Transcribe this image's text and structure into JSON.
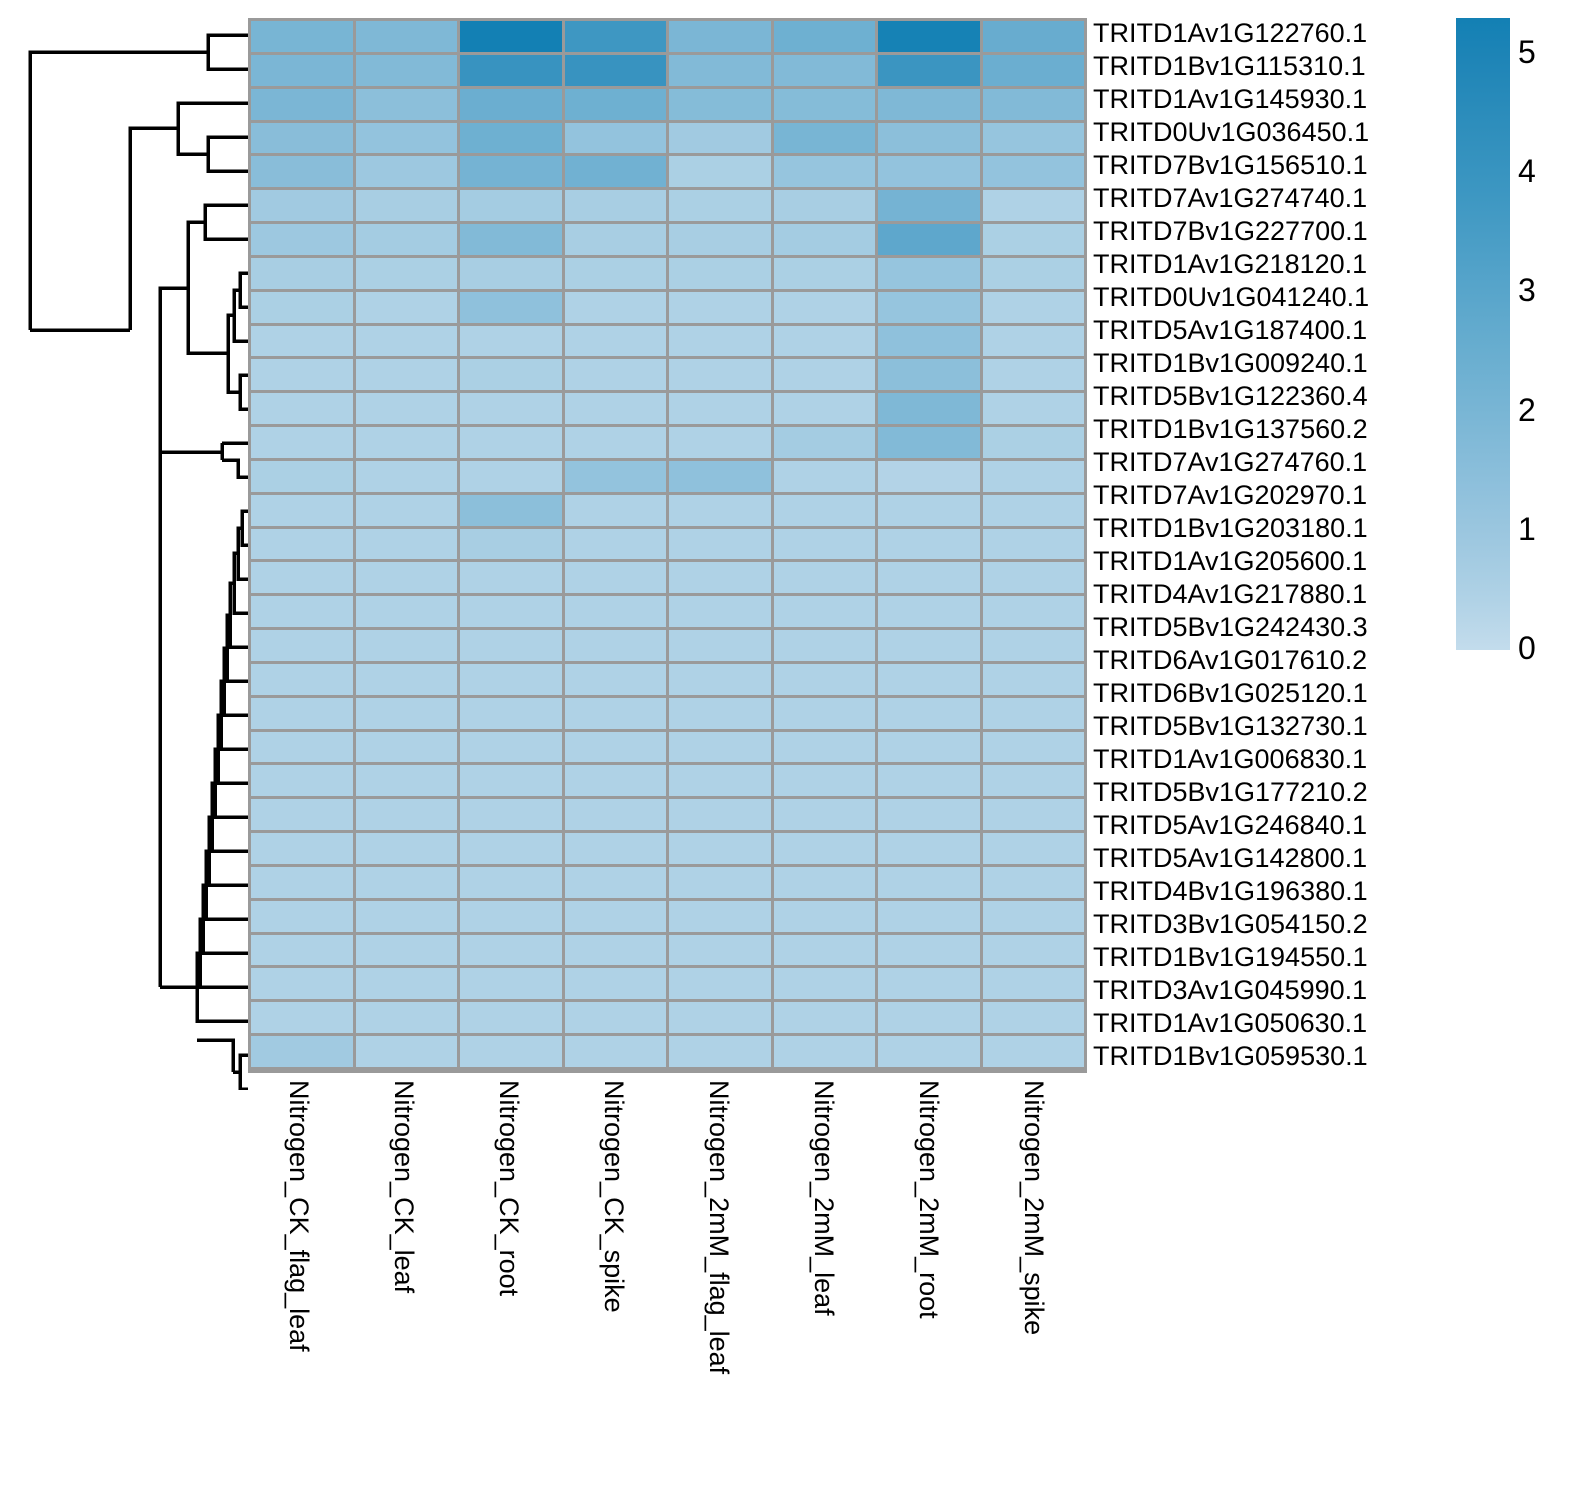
{
  "figure": {
    "type": "clustered-heatmap",
    "description": "Gene expression heatmap with row dendrogram and colorbar"
  },
  "chart_data": {
    "type": "heatmap",
    "title": "",
    "xlabel": "",
    "ylabel": "",
    "grid": true,
    "legend_position": "right",
    "colormap": {
      "name": "Blues",
      "low_color": "#c3dcec",
      "high_color": "#1380b4",
      "vmin": 0,
      "vmax": 5.3,
      "ticks": [
        0,
        1,
        2,
        3,
        4,
        5
      ],
      "tick_labels": [
        "0",
        "1",
        "2",
        "3",
        "4",
        "5"
      ]
    },
    "categories": [
      "Nitrogen_CK_flag_leaf",
      "Nitrogen_CK_leaf",
      "Nitrogen_CK_root",
      "Nitrogen_CK_spike",
      "Nitrogen_2mM_flag_leaf",
      "Nitrogen_2mM_leaf",
      "Nitrogen_2mM_root",
      "Nitrogen_2mM_spike"
    ],
    "rows": [
      "TRITD1Av1G122760.1",
      "TRITD1Bv1G115310.1",
      "TRITD1Av1G145930.1",
      "TRITD0Uv1G036450.1",
      "TRITD7Bv1G156510.1",
      "TRITD7Av1G274740.1",
      "TRITD7Bv1G227700.1",
      "TRITD1Av1G218120.1",
      "TRITD0Uv1G041240.1",
      "TRITD5Av1G187400.1",
      "TRITD1Bv1G009240.1",
      "TRITD5Bv1G122360.4",
      "TRITD1Bv1G137560.2",
      "TRITD7Av1G274760.1",
      "TRITD7Av1G202970.1",
      "TRITD1Bv1G203180.1",
      "TRITD1Av1G205600.1",
      "TRITD4Av1G217880.1",
      "TRITD5Bv1G242430.3",
      "TRITD6Av1G017610.2",
      "TRITD6Bv1G025120.1",
      "TRITD5Bv1G132730.1",
      "TRITD1Av1G006830.1",
      "TRITD5Bv1G177210.2",
      "TRITD5Av1G246840.1",
      "TRITD5Av1G142800.1",
      "TRITD4Bv1G196380.1",
      "TRITD3Bv1G054150.2",
      "TRITD1Bv1G194550.1",
      "TRITD3Av1G045990.1",
      "TRITD1Av1G050630.1",
      "TRITD1Bv1G059530.1"
    ],
    "values": [
      [
        2.1,
        1.9,
        5.3,
        3.9,
        2.0,
        2.4,
        5.2,
        2.6
      ],
      [
        2.0,
        1.8,
        4.1,
        4.1,
        1.8,
        1.8,
        4.0,
        2.5
      ],
      [
        2.0,
        1.5,
        2.5,
        2.4,
        1.7,
        1.7,
        1.9,
        1.8
      ],
      [
        1.6,
        1.3,
        2.4,
        1.3,
        0.9,
        2.1,
        1.5,
        1.2
      ],
      [
        1.6,
        1.0,
        2.2,
        2.3,
        0.6,
        1.2,
        1.3,
        1.3
      ],
      [
        0.9,
        0.7,
        0.8,
        0.7,
        0.6,
        0.7,
        2.2,
        0.5
      ],
      [
        1.0,
        0.8,
        1.8,
        0.7,
        0.7,
        0.8,
        2.9,
        0.6
      ],
      [
        0.7,
        0.6,
        0.7,
        0.6,
        0.6,
        0.6,
        1.2,
        0.6
      ],
      [
        0.6,
        0.5,
        1.4,
        0.5,
        0.5,
        0.5,
        1.2,
        0.5
      ],
      [
        0.5,
        0.5,
        0.5,
        0.5,
        0.5,
        0.5,
        1.4,
        0.5
      ],
      [
        0.5,
        0.5,
        0.6,
        0.5,
        0.5,
        0.5,
        1.5,
        0.5
      ],
      [
        0.5,
        0.5,
        0.5,
        0.5,
        0.5,
        0.5,
        1.9,
        0.5
      ],
      [
        0.5,
        0.5,
        0.5,
        0.5,
        0.5,
        0.8,
        1.8,
        0.6
      ],
      [
        0.6,
        0.5,
        0.5,
        1.3,
        1.4,
        0.5,
        0.4,
        0.5
      ],
      [
        0.5,
        0.5,
        1.5,
        0.5,
        0.5,
        0.5,
        0.5,
        0.5
      ],
      [
        0.5,
        0.5,
        0.7,
        0.5,
        0.5,
        0.5,
        0.5,
        0.5
      ],
      [
        0.5,
        0.5,
        0.5,
        0.5,
        0.5,
        0.5,
        0.5,
        0.5
      ],
      [
        0.5,
        0.5,
        0.5,
        0.5,
        0.5,
        0.5,
        0.5,
        0.5
      ],
      [
        0.5,
        0.5,
        0.5,
        0.5,
        0.5,
        0.5,
        0.5,
        0.5
      ],
      [
        0.5,
        0.5,
        0.5,
        0.5,
        0.5,
        0.5,
        0.5,
        0.5
      ],
      [
        0.5,
        0.5,
        0.5,
        0.5,
        0.5,
        0.5,
        0.5,
        0.5
      ],
      [
        0.5,
        0.5,
        0.5,
        0.5,
        0.5,
        0.5,
        0.5,
        0.5
      ],
      [
        0.5,
        0.5,
        0.5,
        0.5,
        0.5,
        0.5,
        0.5,
        0.5
      ],
      [
        0.5,
        0.5,
        0.5,
        0.5,
        0.5,
        0.5,
        0.5,
        0.5
      ],
      [
        0.5,
        0.5,
        0.5,
        0.5,
        0.5,
        0.5,
        0.5,
        0.5
      ],
      [
        0.5,
        0.5,
        0.5,
        0.5,
        0.5,
        0.5,
        0.5,
        0.5
      ],
      [
        0.5,
        0.5,
        0.5,
        0.5,
        0.5,
        0.5,
        0.5,
        0.5
      ],
      [
        0.5,
        0.5,
        0.5,
        0.5,
        0.5,
        0.5,
        0.5,
        0.5
      ],
      [
        0.5,
        0.5,
        0.5,
        0.5,
        0.5,
        0.5,
        0.5,
        0.5
      ],
      [
        0.5,
        0.5,
        0.5,
        0.5,
        0.5,
        0.5,
        0.5,
        0.5
      ],
      [
        0.9,
        0.5,
        0.5,
        0.5,
        0.5,
        0.5,
        0.5,
        0.5
      ],
      [
        0.5,
        0.5,
        0.5,
        0.5,
        0.5,
        0.5,
        0.5,
        0.5
      ]
    ]
  },
  "dendrogram": {
    "orientation": "left",
    "line_color": "#000000",
    "line_width": 3
  }
}
